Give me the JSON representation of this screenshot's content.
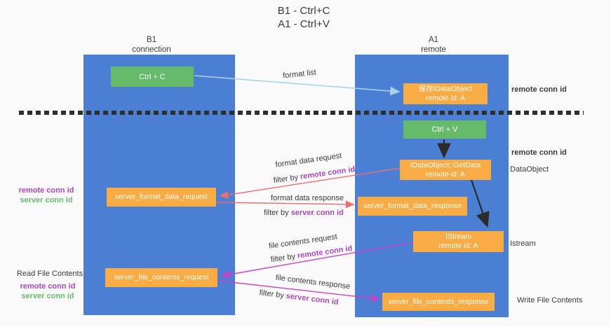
{
  "title": {
    "line1": "B1 - Ctrl+C",
    "line2": "A1 - Ctrl+V"
  },
  "lanes": {
    "b1": {
      "name": "B1",
      "subtitle": "connection"
    },
    "a1": {
      "name": "A1",
      "subtitle": "remote"
    }
  },
  "nodes": {
    "ctrl_c": {
      "label": "Ctrl + C"
    },
    "save_idataobject": {
      "line1": "保存IDataObject",
      "line2": "remote id: A"
    },
    "ctrl_v": {
      "label": "Ctrl + V"
    },
    "getdata": {
      "line1": "IDataObject::GetData",
      "line2": "remote id: A"
    },
    "server_format_data_request": {
      "label": "server_format_data_request"
    },
    "server_format_data_response": {
      "label": "server_format_data_response"
    },
    "istream": {
      "line1": "IStream",
      "line2": "remote id: A"
    },
    "server_file_contents_request": {
      "label": "server_file_contents_request"
    },
    "server_file_contents_response": {
      "label": "server_file_contents_response"
    }
  },
  "edges": {
    "format_list": "format list",
    "format_data_request": "format data request",
    "format_data_response": "format data response",
    "file_contents_request": "file contents request",
    "file_contents_response": "file contents response",
    "filter_by": "filter by",
    "remote_conn_id": "remote conn id",
    "server_conn_id": "server conn id"
  },
  "annotations": {
    "left_remote_conn_id": "remote conn id",
    "left_server_conn_id": "server conn id",
    "read_file_contents": "Read File Contents",
    "right_remote_conn_id_top": "remote conn id",
    "right_remote_conn_id_mid": "remote conn id",
    "dataobject": "DataObject",
    "istream": "Istream",
    "write_file_contents": "Write File Contents"
  },
  "colors": {
    "lane_blue": "#4a7fd4",
    "node_green": "#66bb6a",
    "node_orange": "#f9ac44",
    "arrow_red": "#ec6e6e",
    "arrow_magenta": "#c83fc8",
    "arrow_lightblue": "#a9d2f2",
    "arrow_black": "#2b2b2b",
    "label_purple": "#ab47bc",
    "label_green": "#66bb6a",
    "dashed_line": "#2e2e2e"
  }
}
